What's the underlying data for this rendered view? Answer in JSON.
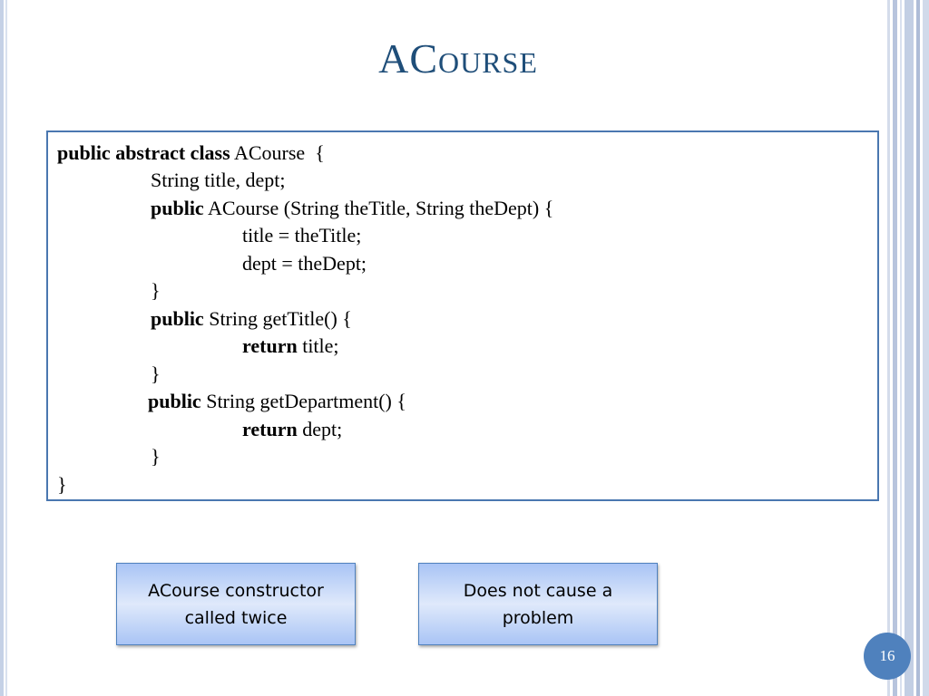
{
  "slide": {
    "title": "ACourse",
    "page_number": "16"
  },
  "code": {
    "l1_kw": "public abstract class",
    "l1_rest": " ACourse  {",
    "l2": "String title, dept;",
    "l3_kw": "public",
    "l3_rest": " ACourse (String theTitle, String theDept) {",
    "l4": "title = theTitle;",
    "l5": "dept = theDept;",
    "l6": "}",
    "l7_kw": "public",
    "l7_rest": " String getTitle() {",
    "l8_kw": "return",
    "l8_rest": " title;",
    "l9": "}",
    "l10_kw": "public",
    "l10_rest": " String getDepartment() {",
    "l11_kw": "return",
    "l11_rest": " dept;",
    "l12": "}",
    "l13": "}"
  },
  "callouts": {
    "left": "ACourse constructor called twice",
    "right": "Does not cause a problem"
  },
  "colors": {
    "title": "#1f4e79",
    "box_border": "#4a77b0",
    "callout_border": "#4f81bd",
    "page_circle": "#4f81bd"
  }
}
